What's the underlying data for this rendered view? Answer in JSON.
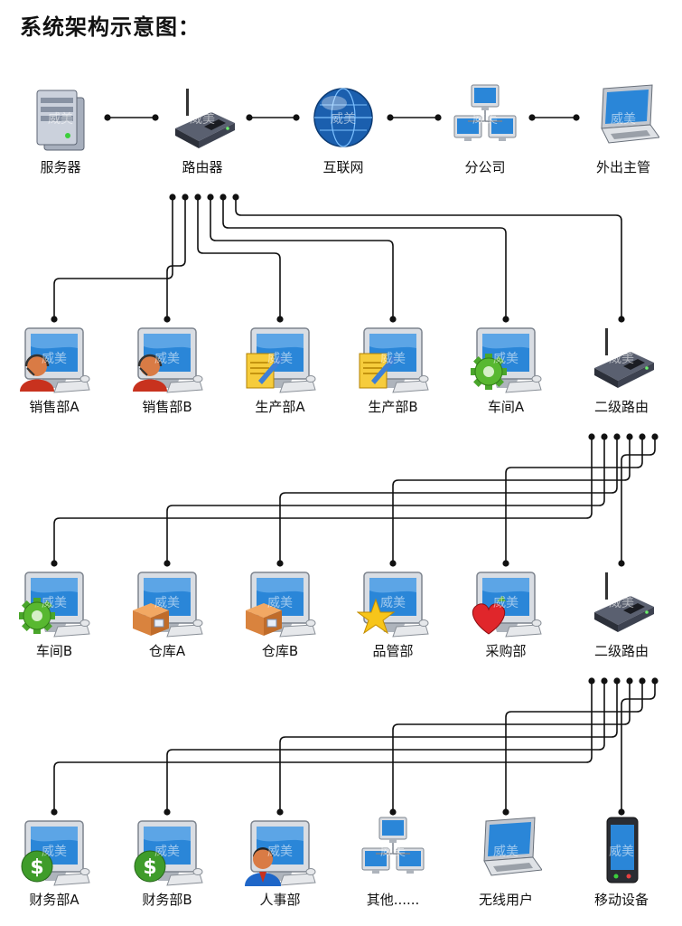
{
  "title": "系统架构示意图：",
  "watermark": "威美",
  "colors": {
    "line": "#111111",
    "screen": "#2a86d8",
    "monitor": "#d9dde3",
    "router": "#3d4250",
    "globe": "#1b5fae"
  },
  "nodes": [
    {
      "id": "server",
      "label": "服务器",
      "icon": "server-icon"
    },
    {
      "id": "router",
      "label": "路由器",
      "icon": "router-icon"
    },
    {
      "id": "internet",
      "label": "互联网",
      "icon": "globe-icon"
    },
    {
      "id": "branch",
      "label": "分公司",
      "icon": "network-computers-icon"
    },
    {
      "id": "remote",
      "label": "外出主管",
      "icon": "laptop-icon"
    },
    {
      "id": "salesA",
      "label": "销售部A",
      "icon": "support-agent-icon"
    },
    {
      "id": "salesB",
      "label": "销售部B",
      "icon": "support-agent-icon"
    },
    {
      "id": "prodA",
      "label": "生产部A",
      "icon": "notepad-pen-icon"
    },
    {
      "id": "prodB",
      "label": "生产部B",
      "icon": "notepad-pen-icon"
    },
    {
      "id": "workshopA",
      "label": "车间A",
      "icon": "gear-icon"
    },
    {
      "id": "router2a",
      "label": "二级路由",
      "icon": "router-icon"
    },
    {
      "id": "workshopB",
      "label": "车间B",
      "icon": "gear-icon"
    },
    {
      "id": "whA",
      "label": "仓库A",
      "icon": "box-icon"
    },
    {
      "id": "whB",
      "label": "仓库B",
      "icon": "box-icon"
    },
    {
      "id": "qc",
      "label": "品管部",
      "icon": "star-icon"
    },
    {
      "id": "purchase",
      "label": "采购部",
      "icon": "heart-icon"
    },
    {
      "id": "router2b",
      "label": "二级路由",
      "icon": "router-icon"
    },
    {
      "id": "finA",
      "label": "财务部A",
      "icon": "dollar-icon"
    },
    {
      "id": "finB",
      "label": "财务部B",
      "icon": "dollar-icon"
    },
    {
      "id": "hr",
      "label": "人事部",
      "icon": "person-icon"
    },
    {
      "id": "other",
      "label": "其他......",
      "icon": "network-computers-icon"
    },
    {
      "id": "wireless",
      "label": "无线用户",
      "icon": "laptop-icon"
    },
    {
      "id": "mobile",
      "label": "移动设备",
      "icon": "mobile-device-icon"
    }
  ],
  "links": [
    [
      "server",
      "router"
    ],
    [
      "router",
      "internet"
    ],
    [
      "internet",
      "branch"
    ],
    [
      "branch",
      "remote"
    ],
    [
      "router",
      "salesA"
    ],
    [
      "router",
      "salesB"
    ],
    [
      "router",
      "prodA"
    ],
    [
      "router",
      "prodB"
    ],
    [
      "router",
      "workshopA"
    ],
    [
      "router",
      "router2a"
    ],
    [
      "router2a",
      "workshopB"
    ],
    [
      "router2a",
      "whA"
    ],
    [
      "router2a",
      "whB"
    ],
    [
      "router2a",
      "qc"
    ],
    [
      "router2a",
      "purchase"
    ],
    [
      "router2a",
      "router2b"
    ],
    [
      "router2b",
      "finA"
    ],
    [
      "router2b",
      "finB"
    ],
    [
      "router2b",
      "hr"
    ],
    [
      "router2b",
      "other"
    ],
    [
      "router2b",
      "wireless"
    ],
    [
      "router2b",
      "mobile"
    ]
  ]
}
